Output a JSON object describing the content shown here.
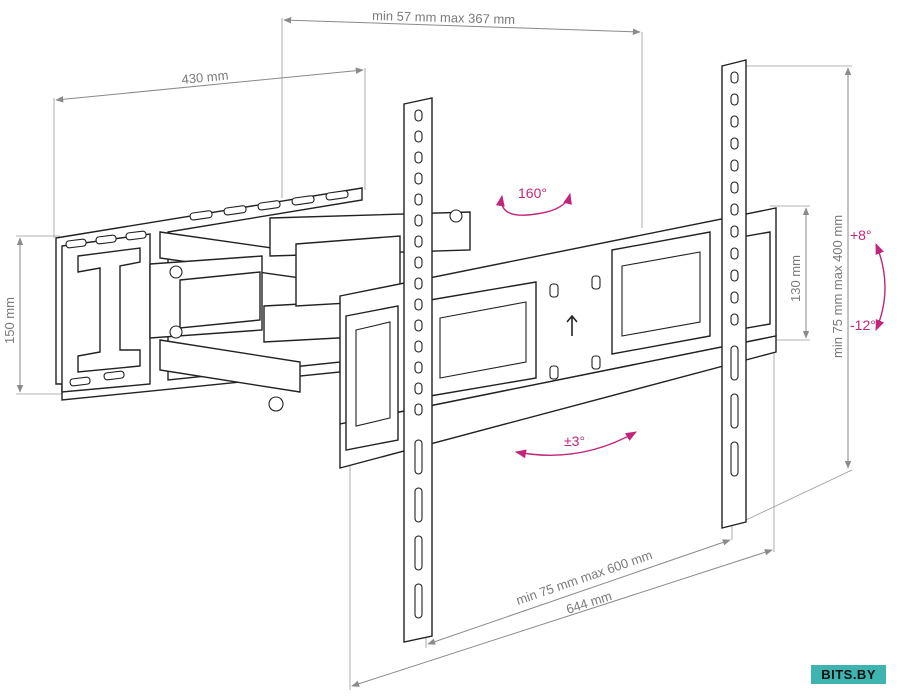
{
  "colors": {
    "accent": "#c2267a",
    "dims": "#7a7a7a",
    "line": "#222222",
    "watermark_bg": "#3eb4b0"
  },
  "dimensions": {
    "extension": "min 57 mm max 367 mm",
    "depth": "430 mm",
    "wall_plate_height": "150 mm",
    "rail_height": "130 mm",
    "vesa_vertical": "min 75 mm max 400 mm",
    "vesa_horizontal": "min 75 mm max 600 mm",
    "total_width": "644 mm"
  },
  "angles": {
    "swivel": "160°",
    "tilt_up": "+8°",
    "tilt_down": "-12°",
    "level": "±3°"
  },
  "watermark": "BITS.BY"
}
